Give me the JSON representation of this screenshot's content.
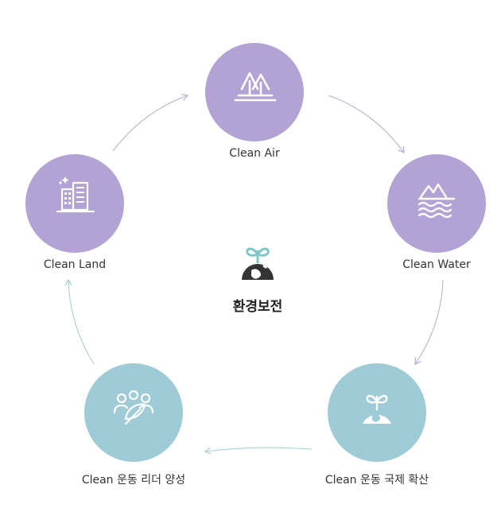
{
  "center": {
    "title": "환경보전",
    "icon": "sprout-globe-icon"
  },
  "nodes": [
    {
      "label": "Clean Air",
      "icon": "trees-icon",
      "color": "#b3a3d5"
    },
    {
      "label": "Clean Water",
      "icon": "water-waves-icon",
      "color": "#b3a3d5"
    },
    {
      "label": "Clean 운동 국제 확산",
      "icon": "sprout-globe-icon",
      "color": "#9fcbd6"
    },
    {
      "label": "Clean 운동 리더 양성",
      "icon": "people-leaf-icon",
      "color": "#9fcbd6"
    },
    {
      "label": "Clean Land",
      "icon": "buildings-icon",
      "color": "#b3a3d5"
    }
  ],
  "colors": {
    "arrow": "#b8b2d8",
    "arrow_teal": "#a9d0da",
    "icon_white": "#ffffff",
    "center_icon": "#333333",
    "center_leaf": "#7fc6c6"
  }
}
